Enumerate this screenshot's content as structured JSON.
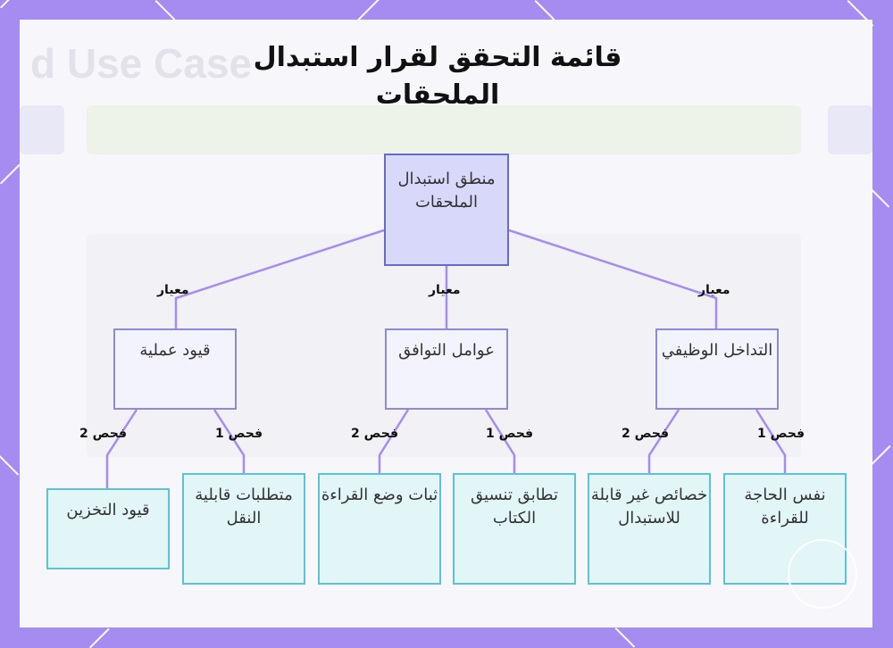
{
  "title": "قائمة التحقق لقرار استبدال الملحقات",
  "background_text": "d Use Case",
  "colors": {
    "frame": "#a58cf0",
    "root_fill": "#d8d8fa",
    "root_border": "#6a6ac8",
    "mid_fill": "#f3f3fd",
    "mid_border": "#8b8bd8",
    "leaf_fill": "#e2f6f8",
    "leaf_border": "#5bc3d3",
    "connector": "#a58cf0"
  },
  "tree": {
    "root": "منطق استبدال الملحقات",
    "edge_label": "معيار",
    "branches": [
      {
        "label": "التداخل الوظيفي",
        "checks": [
          {
            "edge": "فحص 1",
            "label": "نفس الحاجة للقراءة"
          },
          {
            "edge": "فحص 2",
            "label": "خصائص غير قابلة للاستبدال"
          }
        ]
      },
      {
        "label": "عوامل التوافق",
        "checks": [
          {
            "edge": "فحص 1",
            "label": "تطابق تنسيق الكتاب"
          },
          {
            "edge": "فحص 2",
            "label": "ثبات وضع القراءة"
          }
        ]
      },
      {
        "label": "قيود عملية",
        "checks": [
          {
            "edge": "فحص 1",
            "label": "متطلبات قابلية النقل"
          },
          {
            "edge": "فحص 2",
            "label": "قيود التخزين"
          }
        ]
      }
    ]
  }
}
